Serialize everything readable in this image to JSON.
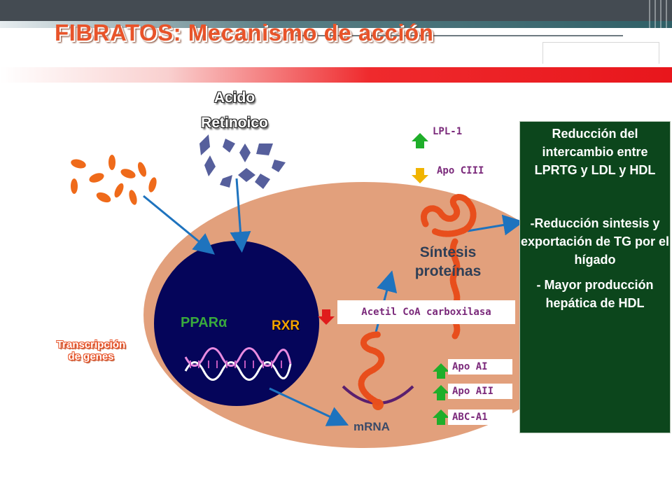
{
  "title": "FIBRATOS: Mecanismo de acción",
  "acido_retinoico": [
    "Acido",
    "Retinoico"
  ],
  "transcripcion": [
    "Transcripción",
    "de genes"
  ],
  "ppar": "PPARα",
  "rxr": "RXR",
  "sintesis": [
    "Síntesis",
    "proteínas"
  ],
  "mrna": "mRNA",
  "acetil": "Acetil CoA carboxilasa",
  "up_labels": [
    "LPL-1"
  ],
  "down_labels": [
    "Apo CIII"
  ],
  "lower_labels": [
    "Apo AI",
    "Apo AII",
    "ABC-A1"
  ],
  "panel": {
    "p1": "Reducción del intercambio entre LPRTG y LDL y HDL",
    "p2": "-Reducción sintesis y exportación de TG por el hígado",
    "p3": "- Mayor producción hepática de HDL"
  },
  "colors": {
    "title": "#e8542a",
    "cell": "#e2a07c",
    "nucleus": "#05055a",
    "panel": "#0c461c",
    "arrow": "#1e73be",
    "up_arrow": "#1fae2a",
    "down_arrow": "#f0b400",
    "red_arrow": "#e01c1c"
  }
}
